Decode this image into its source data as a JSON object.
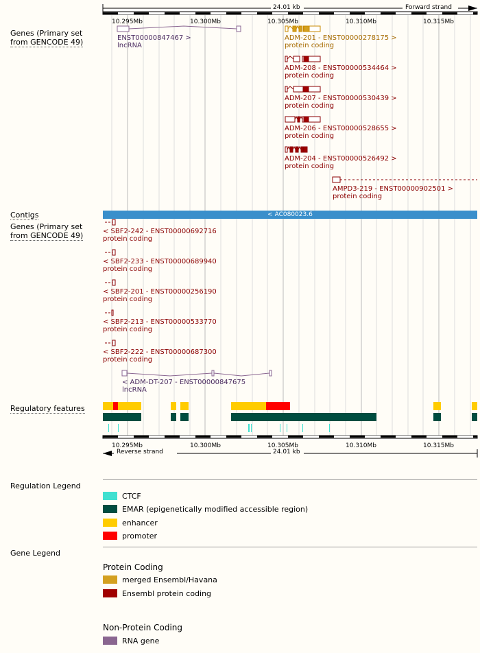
{
  "ruler_top": {
    "length": "24.01 kb",
    "strand": "Forward strand"
  },
  "ruler_bottom": {
    "length": "24.01 kb",
    "strand": "Reverse strand"
  },
  "ticks": [
    "10.295Mb",
    "10.300Mb",
    "10.305Mb",
    "10.310Mb",
    "10.315Mb"
  ],
  "tracks": {
    "genes_fwd": {
      "l1": "Genes (Primary set",
      "l2": "from GENCODE 49)"
    },
    "contigs": "Contigs",
    "genes_rev": {
      "l1": "Genes (Primary set",
      "l2": "from GENCODE 49)"
    },
    "regulatory": "Regulatory features"
  },
  "fwd_genes": [
    {
      "name": "ENST00000847467 >",
      "biotype": "lncRNA"
    },
    {
      "name": "ADM-201 - ENST00000278175 >",
      "biotype": "protein coding"
    },
    {
      "name": "ADM-208 - ENST00000534464 >",
      "biotype": "protein coding"
    },
    {
      "name": "ADM-207 - ENST00000530439 >",
      "biotype": "protein coding"
    },
    {
      "name": "ADM-206 - ENST00000528655 >",
      "biotype": "protein coding"
    },
    {
      "name": "ADM-204 - ENST00000526492 >",
      "biotype": "protein coding"
    },
    {
      "name": "AMPD3-219 - ENST00000902501 >",
      "biotype": "protein coding"
    }
  ],
  "contig": "< AC080023.6",
  "rev_genes": [
    {
      "name": "< SBF2-242 - ENST00000692716",
      "biotype": "protein coding"
    },
    {
      "name": "< SBF2-233 - ENST00000689940",
      "biotype": "protein coding"
    },
    {
      "name": "< SBF2-201 - ENST00000256190",
      "biotype": "protein coding"
    },
    {
      "name": "< SBF2-213 - ENST00000533770",
      "biotype": "protein coding"
    },
    {
      "name": "< SBF2-222 - ENST00000687300",
      "biotype": "protein coding"
    },
    {
      "name": "< ADM-DT-207 - ENST00000847675",
      "biotype": "lncRNA"
    }
  ],
  "regulation_legend": {
    "title": "Regulation Legend",
    "items": [
      {
        "label": "CTCF",
        "color": "#40e0d0"
      },
      {
        "label": "EMAR (epigenetically modified accessible region)",
        "color": "#004d40"
      },
      {
        "label": "enhancer",
        "color": "#ffcc00"
      },
      {
        "label": "promoter",
        "color": "#ff0000"
      }
    ]
  },
  "gene_legend": {
    "title": "Gene Legend",
    "protein_title": "Protein Coding",
    "protein_items": [
      {
        "label": "merged Ensembl/Havana",
        "color": "#d4a020"
      },
      {
        "label": "Ensembl protein coding",
        "color": "#a00000"
      }
    ],
    "nonprotein_title": "Non-Protein Coding",
    "nonprotein_items": [
      {
        "label": "RNA gene",
        "color": "#8a6690"
      }
    ]
  },
  "colors": {
    "contig": "#3a8fcb",
    "ens": "#8b0000",
    "merged": "#c88a00",
    "rna": "#8a6690"
  }
}
